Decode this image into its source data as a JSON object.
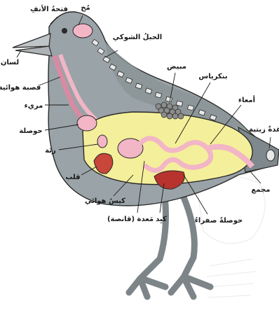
{
  "colors": {
    "feather": "#9aa3a7",
    "feather_dark": "#6f787c",
    "outline": "#2a2a2a",
    "cavity": "#f4ef9a",
    "organ_pink": "#f2b6c6",
    "organ_pink_dark": "#d98aa3",
    "heart_red": "#c8463a",
    "liver_red": "#b8332d",
    "ovary": "#8c8c8c",
    "bone": "#e8e8e8"
  },
  "labels": {
    "nostril": "فتحةُ الأنفِ",
    "brain": "مُخ",
    "spinal_cord": "الحبلُ الشوكي",
    "tongue": "لسان",
    "trachea": "قصبة هوائية",
    "esophagus": "مريء",
    "crop": "حوصلة",
    "lung": "رئة",
    "heart": "قلب",
    "air_sac": "كيسُ هوائي",
    "gizzard": "مَعدة (قانصة)",
    "liver": "كبِد",
    "gall_bladder": "حوصلةٌ صفراءُ",
    "cloaca": "مجمع",
    "oil_gland": "غدةٌ زيتية",
    "intestines": "أمعاء",
    "pancreas": "بنكرياس",
    "ovary": "مبيض"
  }
}
